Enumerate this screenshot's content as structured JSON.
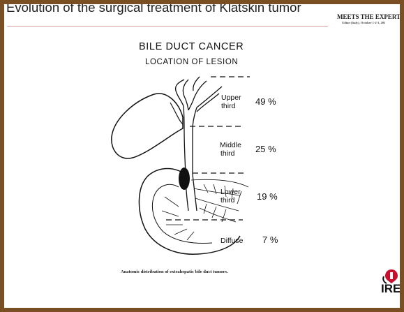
{
  "header": {
    "title": "Evolution of the surgical treatment of Klatskin tumor",
    "event_title": "MEETS THE EXPERT",
    "event_subtitle": "Udine (Italy), October 1-2-3, 201"
  },
  "figure": {
    "heading_line1": "BILE DUCT CANCER",
    "heading_line2": "LOCATION OF LESION",
    "regions": [
      {
        "label_line1": "Upper",
        "label_line2": "third",
        "percent": "49 %"
      },
      {
        "label_line1": "Middle",
        "label_line2": "third",
        "percent": "25 %"
      },
      {
        "label_line1": "Lower",
        "label_line2": "third",
        "percent": "19 %"
      },
      {
        "label_line1": "Diffuse",
        "label_line2": "",
        "percent": "7 %"
      }
    ],
    "caption": "Anatomic distribution of extrahepatic bile duct tumors."
  },
  "logo": {
    "text": "IRE",
    "color": "#c8102e"
  },
  "colors": {
    "frame": "#7b4f24",
    "slide": "#ffffff",
    "ink": "#111111"
  }
}
